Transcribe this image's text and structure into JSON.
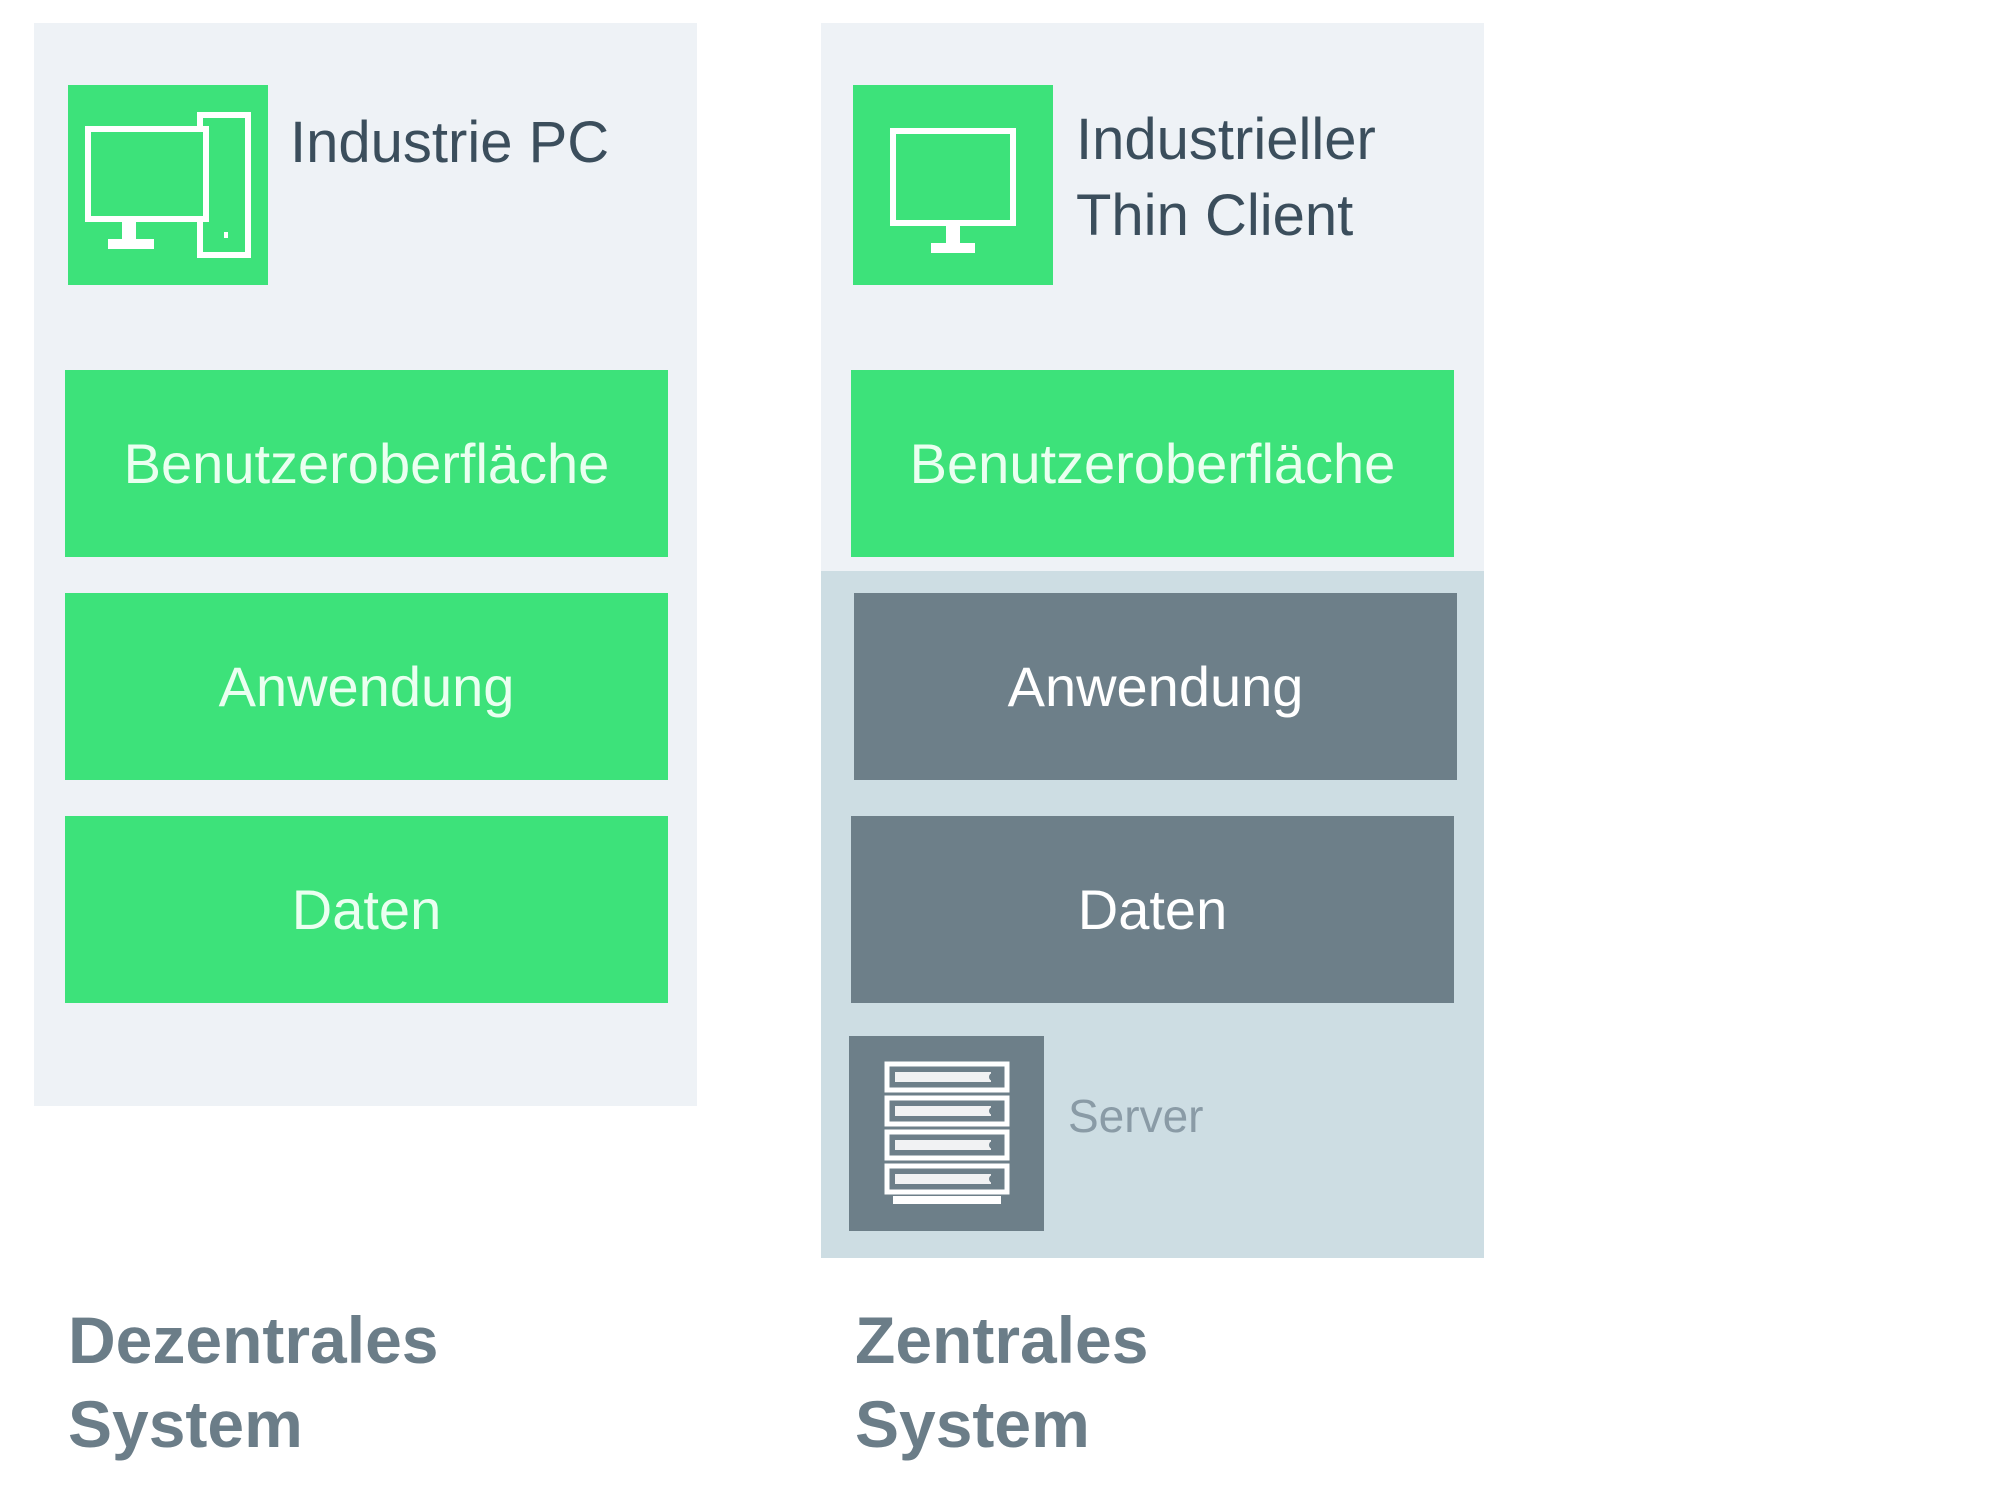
{
  "left_system": {
    "device_title": "Industrie PC",
    "device_icon": "desktop-pc-icon",
    "layers": [
      "Benutzeroberfläche",
      "Anwendung",
      "Daten"
    ],
    "caption_line1": "Dezentrales",
    "caption_line2": "System"
  },
  "right_system": {
    "device_title_line1": "Industrieller",
    "device_title_line2": "Thin Client",
    "device_icon": "monitor-icon",
    "client_layers": [
      "Benutzeroberfläche"
    ],
    "server_layers": [
      "Anwendung",
      "Daten"
    ],
    "server_label": "Server",
    "server_icon": "server-rack-icon",
    "caption_line1": "Zentrales",
    "caption_line2": "System"
  },
  "colors": {
    "green": "#3de27a",
    "gray": "#6d7f89",
    "panel_light": "#eef2f6",
    "panel_server": "#cddde3",
    "caption": "#6b7d88"
  }
}
